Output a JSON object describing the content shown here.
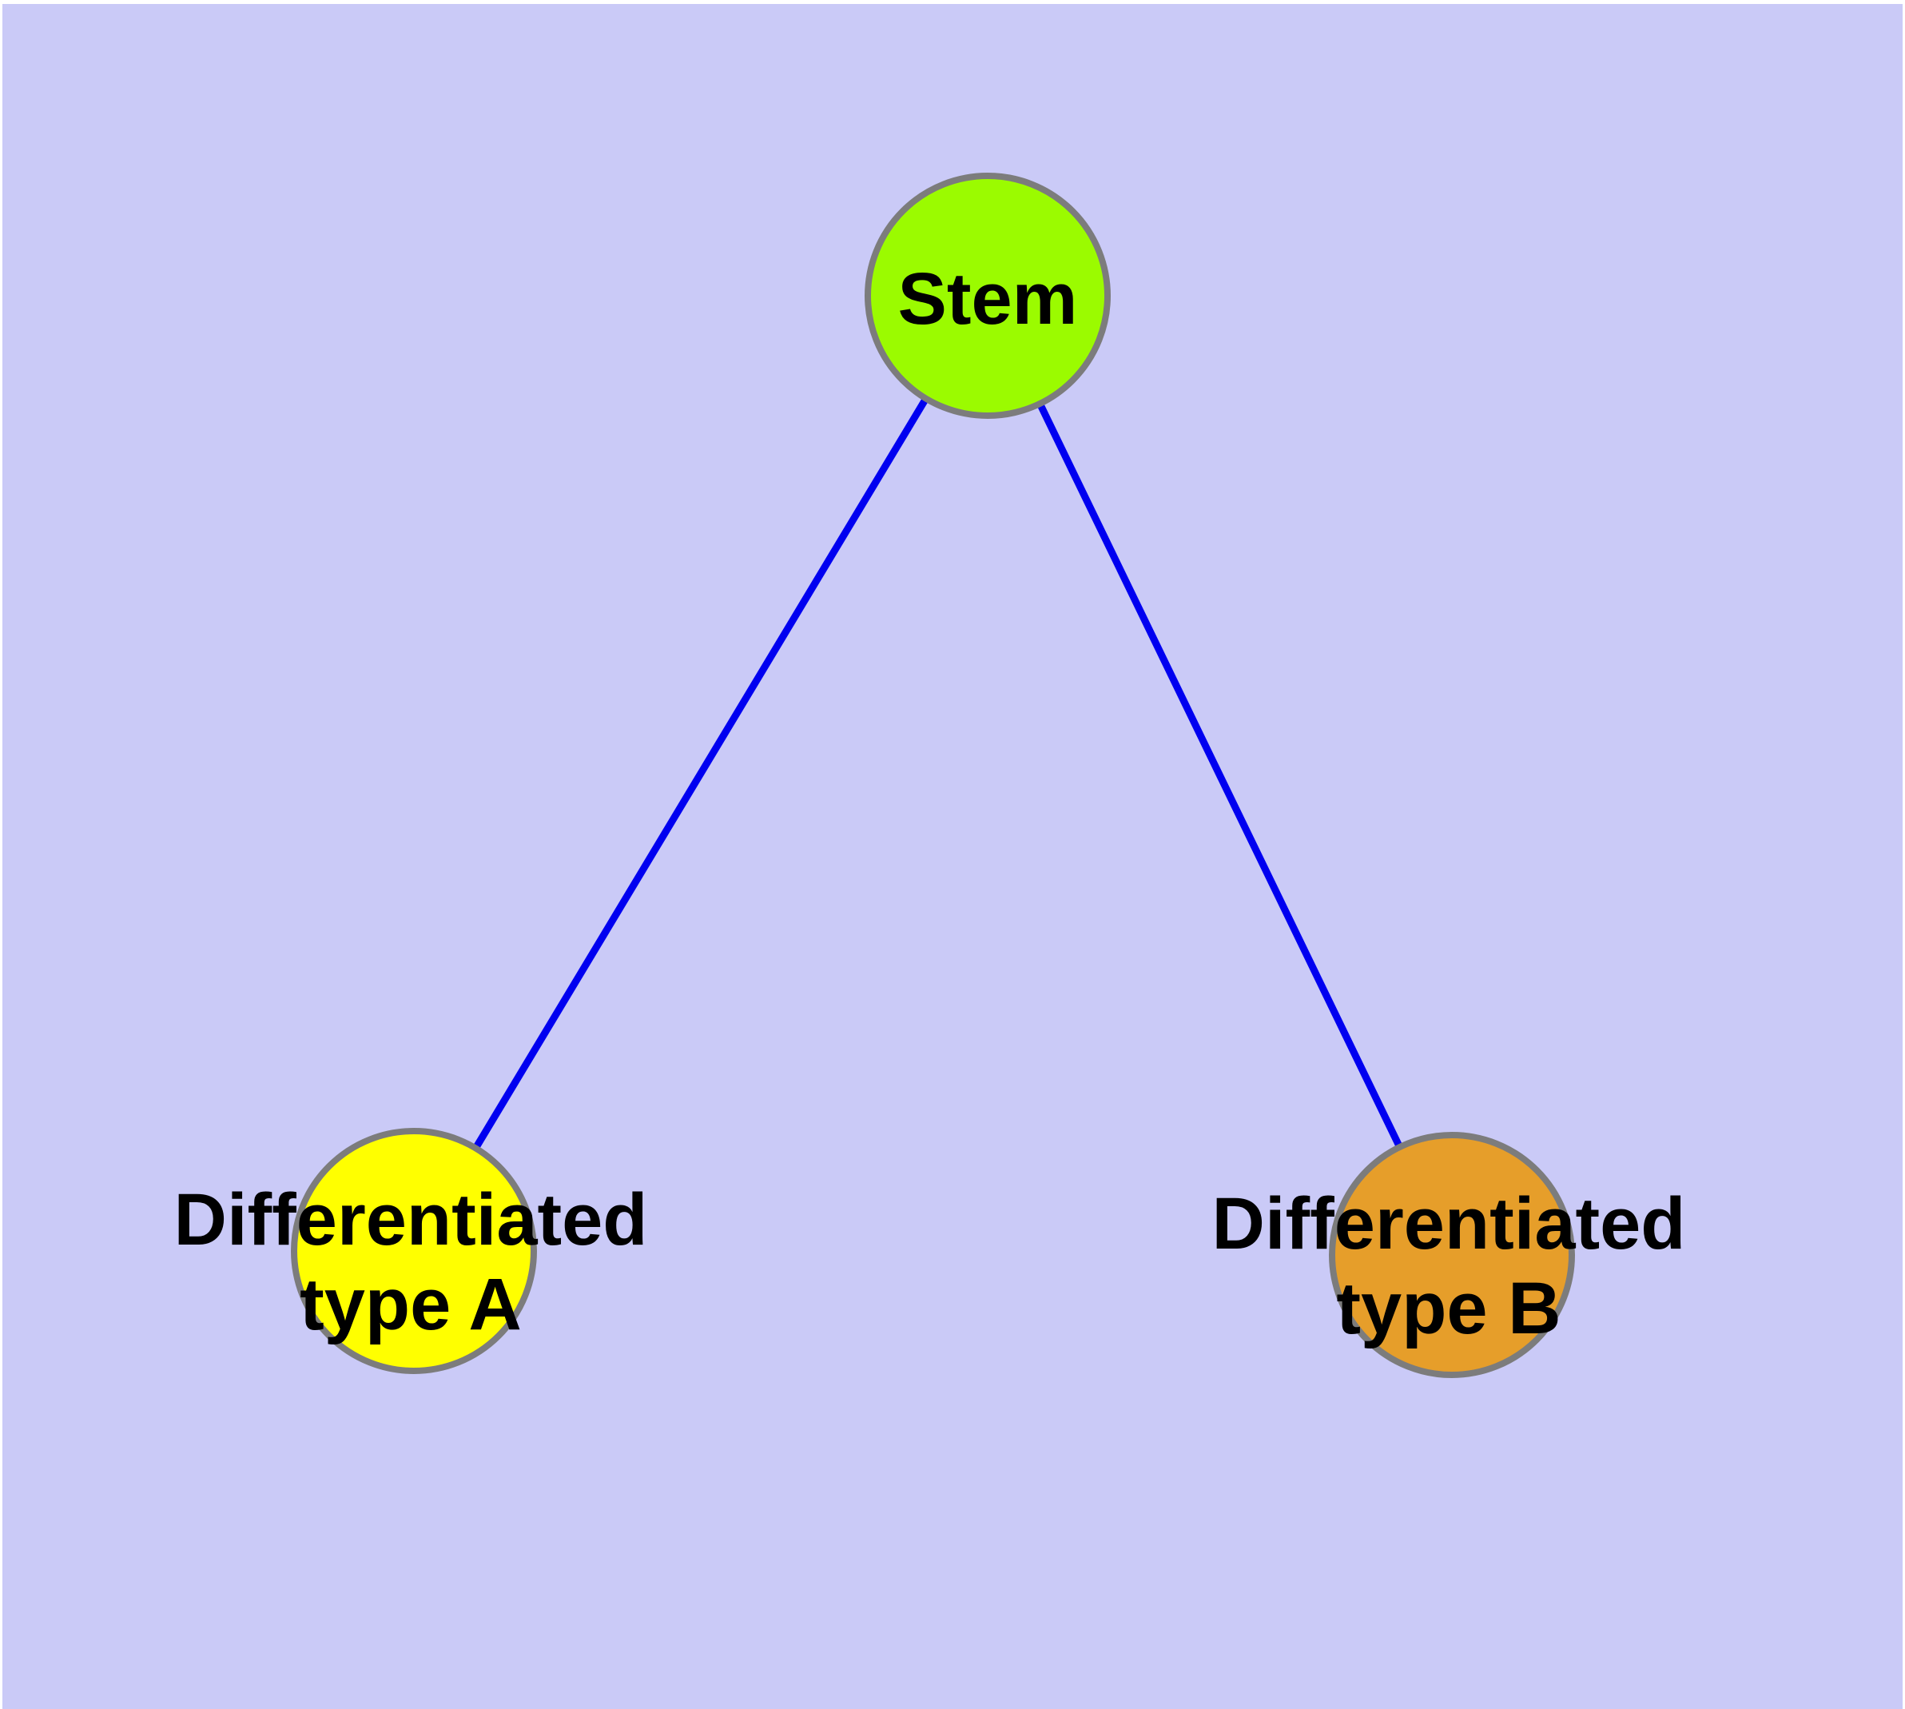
{
  "colors": {
    "background": "#CACAF7",
    "frame": "#FFFFFF",
    "edge": "#0000F0",
    "node_border": "#7C7C7C",
    "label_text": "#000000",
    "stem_fill": "#9BFB00",
    "type_a_fill": "#FFFF00",
    "type_b_fill": "#E69E2A"
  },
  "graph": {
    "nodes": {
      "stem": {
        "label": "Stem"
      },
      "type_a": {
        "label_line1": "Differentiated",
        "label_line2": "type A"
      },
      "type_b": {
        "label_line1": "Differentiated",
        "label_line2": "type B"
      }
    },
    "edges": [
      {
        "from": "Stem",
        "to": "Differentiated type A"
      },
      {
        "from": "Stem",
        "to": "Differentiated type B"
      }
    ]
  }
}
